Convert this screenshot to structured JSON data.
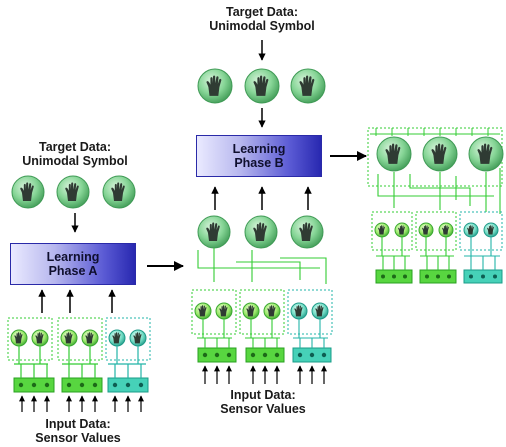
{
  "labels": {
    "target_left_line1": "Target Data:",
    "target_left_line2": "Unimodal Symbol",
    "target_top_line1": "Target Data:",
    "target_top_line2": "Unimodal Symbol",
    "input_left_line1": "Input Data:",
    "input_left_line2": "Sensor Values",
    "input_mid_line1": "Input Data:",
    "input_mid_line2": "Sensor Values"
  },
  "phases": {
    "a_line1": "Learning",
    "a_line2": "Phase A",
    "b_line1": "Learning",
    "b_line2": "Phase B"
  },
  "colors": {
    "symbol_node": "#7fd08c",
    "symbol_node_border": "#3f9a55",
    "green_network": "#33cc33",
    "teal_network": "#22b5a8",
    "arrow": "#000000",
    "phase_gradient_start": "#eaeaff",
    "phase_gradient_end": "#2828b0"
  },
  "icons": {
    "node_glyph": "hand-icon"
  }
}
